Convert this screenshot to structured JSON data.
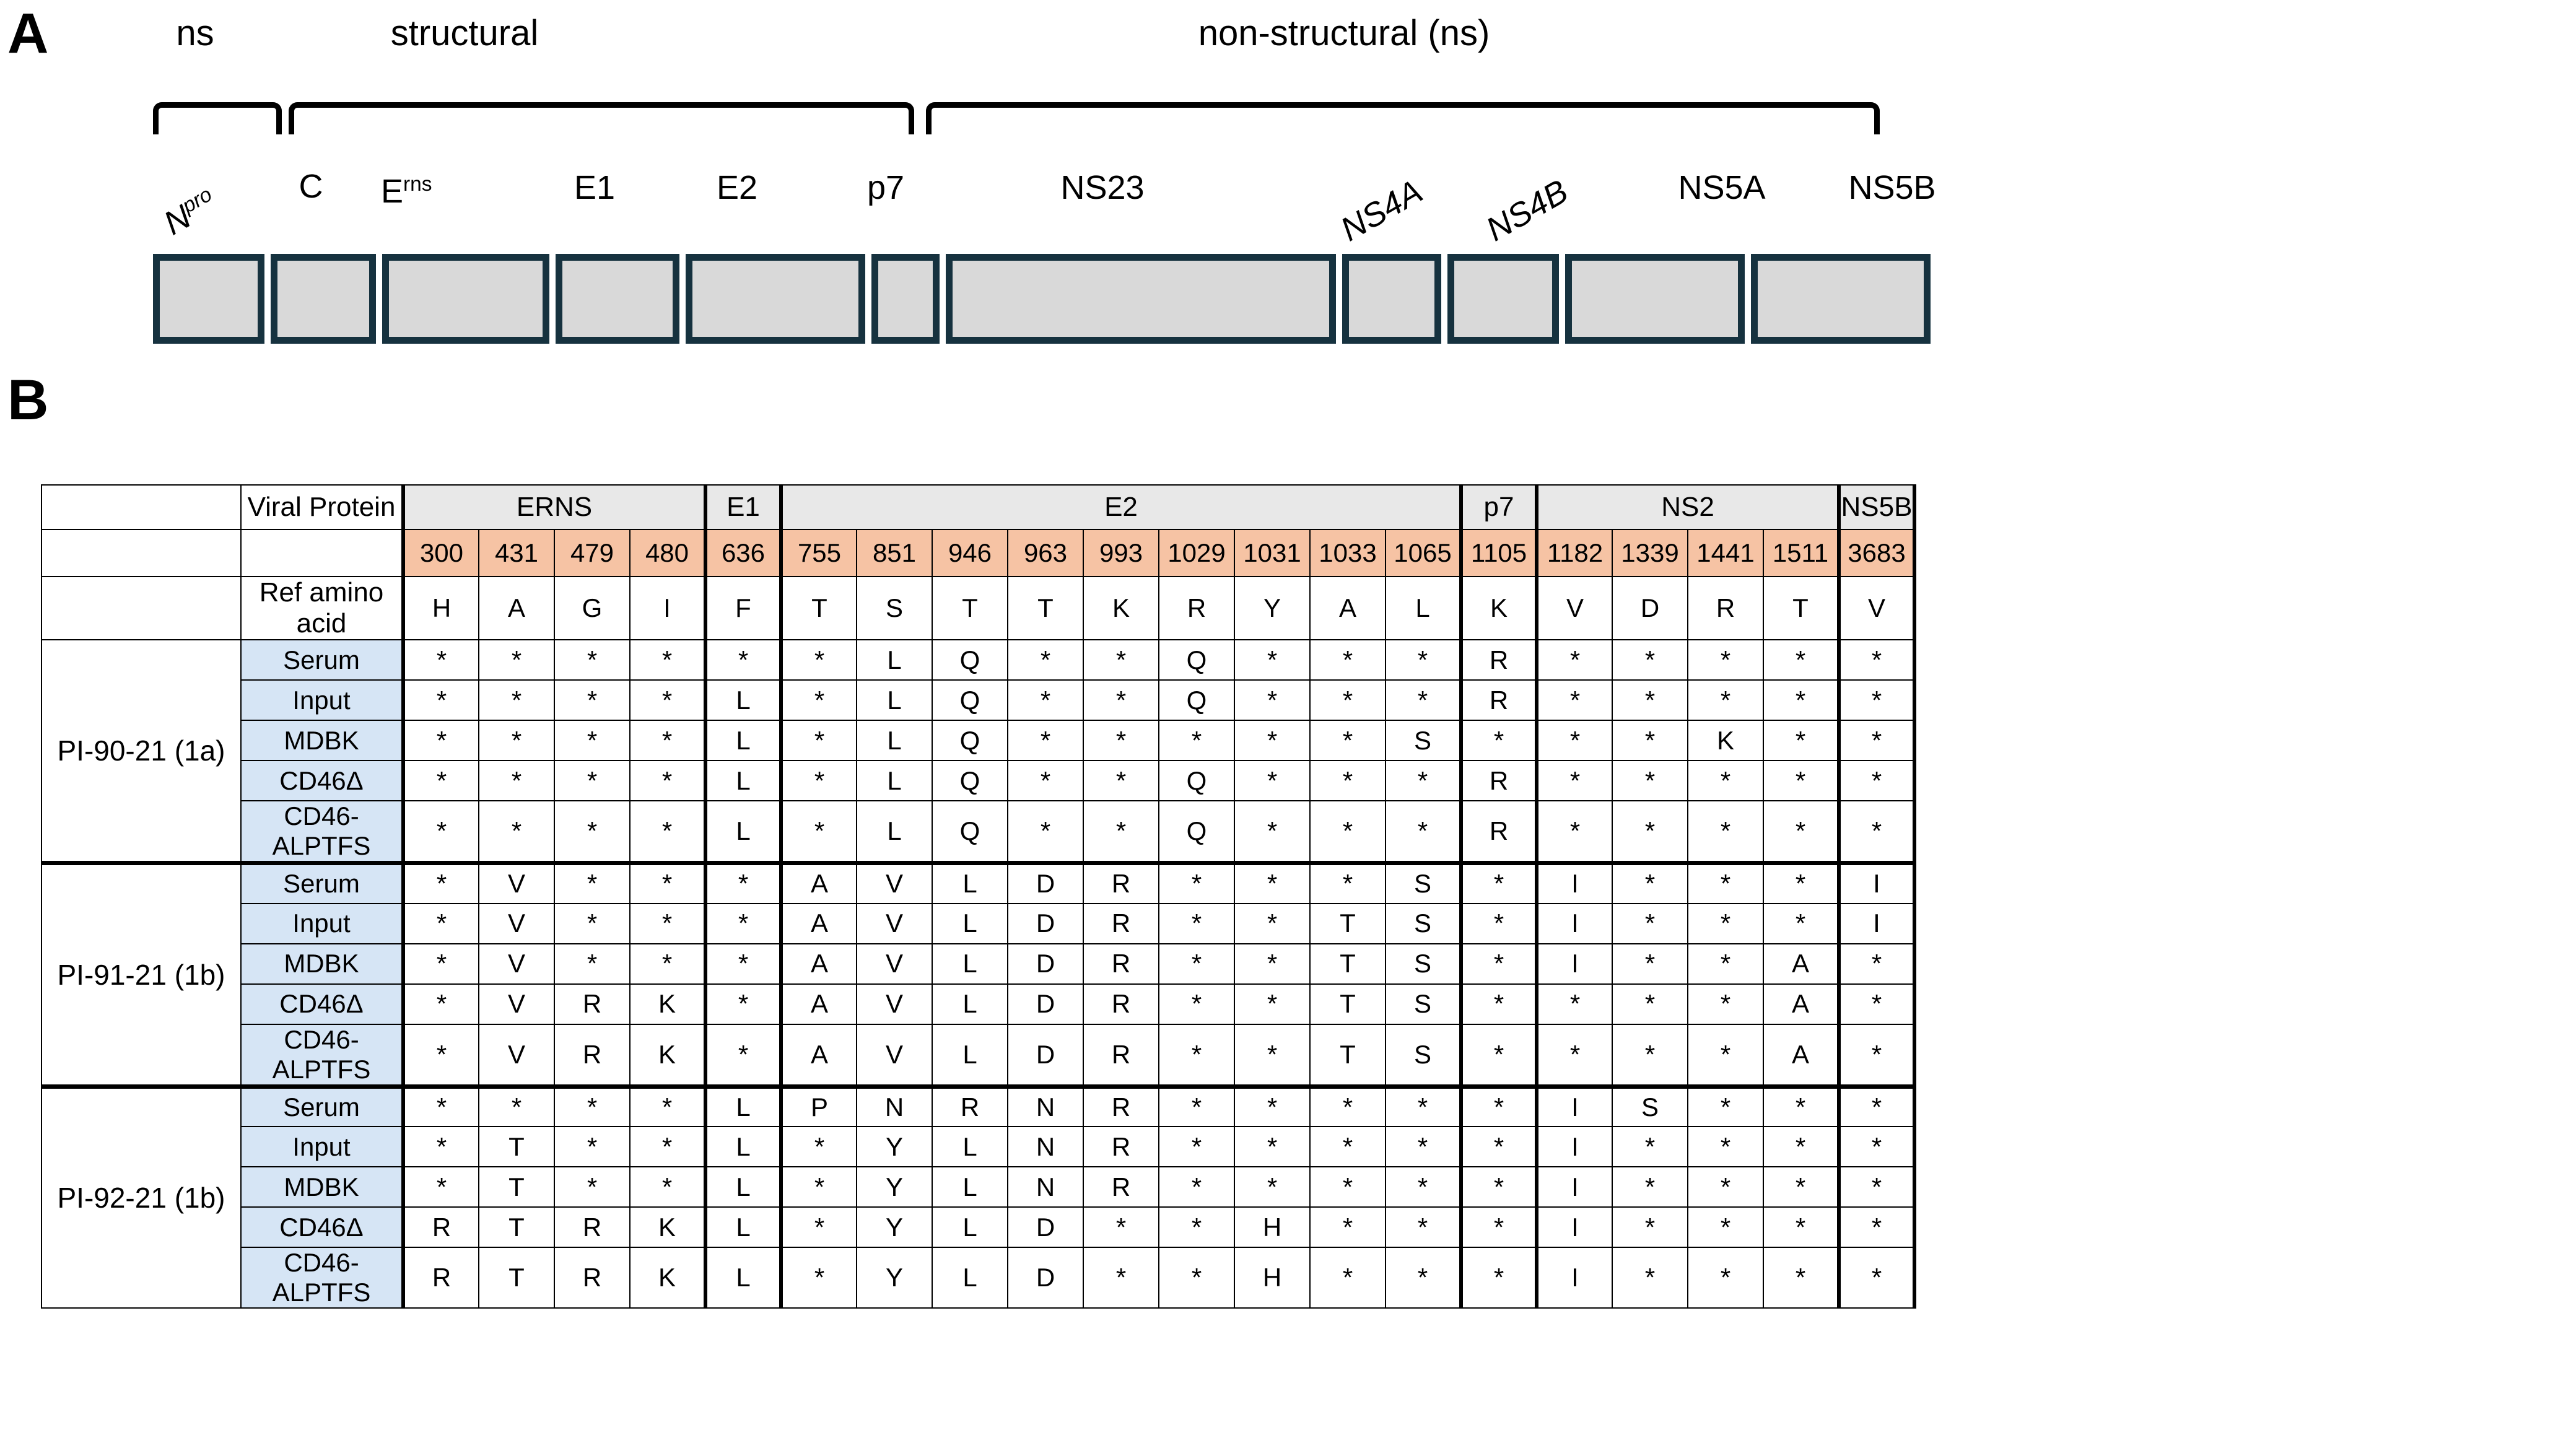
{
  "panels": {
    "a_letter": "A",
    "b_letter": "B"
  },
  "genome": {
    "regions": [
      {
        "label": "ns"
      },
      {
        "label": "structural"
      },
      {
        "label": "non-structural (ns)"
      }
    ],
    "genes": [
      {
        "label": "Npro",
        "sup": "pro",
        "base": "N",
        "rotated": true
      },
      {
        "label": "C",
        "rotated": false
      },
      {
        "label": "Erns",
        "sup": "rns",
        "base": "E",
        "rotated": false
      },
      {
        "label": "E1",
        "rotated": false
      },
      {
        "label": "E2",
        "rotated": false
      },
      {
        "label": "p7",
        "rotated": false
      },
      {
        "label": "NS23",
        "rotated": false
      },
      {
        "label": "NS4A",
        "rotated": true
      },
      {
        "label": "NS4B",
        "rotated": true
      },
      {
        "label": "NS5A",
        "rotated": false
      },
      {
        "label": "NS5B",
        "rotated": false
      }
    ],
    "colors": {
      "box_fill": "#d9d9d9",
      "box_border": "#16323f"
    }
  },
  "table": {
    "headers": {
      "viral_protein": "Viral Protein",
      "ref_amino_acid": "Ref amino acid"
    },
    "proteins": [
      {
        "name": "ERNS",
        "span": 4
      },
      {
        "name": "E1",
        "span": 1
      },
      {
        "name": "E2",
        "span": 9
      },
      {
        "name": "p7",
        "span": 1
      },
      {
        "name": "NS2",
        "span": 4
      },
      {
        "name": "NS5B",
        "span": 1
      }
    ],
    "positions": [
      "300",
      "431",
      "479",
      "480",
      "636",
      "755",
      "851",
      "946",
      "963",
      "993",
      "1029",
      "1031",
      "1033",
      "1065",
      "1105",
      "1182",
      "1339",
      "1441",
      "1511",
      "3683"
    ],
    "ref_amino_acids": [
      "H",
      "A",
      "G",
      "I",
      "F",
      "T",
      "S",
      "T",
      "T",
      "K",
      "R",
      "Y",
      "A",
      "L",
      "K",
      "V",
      "D",
      "R",
      "T",
      "V"
    ],
    "colors": {
      "protein_header_bg": "#e8e8e8",
      "position_bg": "#f6c3a4",
      "sample_label_bg": "#d6e5f5"
    },
    "blocks": [
      {
        "strain": "PI-90-21 (1a)",
        "rows": [
          {
            "sample": "Serum",
            "values": [
              "*",
              "*",
              "*",
              "*",
              "*",
              "*",
              "L",
              "Q",
              "*",
              "*",
              "Q",
              "*",
              "*",
              "*",
              "R",
              "*",
              "*",
              "*",
              "*",
              "*"
            ]
          },
          {
            "sample": "Input",
            "values": [
              "*",
              "*",
              "*",
              "*",
              "L",
              "*",
              "L",
              "Q",
              "*",
              "*",
              "Q",
              "*",
              "*",
              "*",
              "R",
              "*",
              "*",
              "*",
              "*",
              "*"
            ]
          },
          {
            "sample": "MDBK",
            "values": [
              "*",
              "*",
              "*",
              "*",
              "L",
              "*",
              "L",
              "Q",
              "*",
              "*",
              "*",
              "*",
              "*",
              "S",
              "*",
              "*",
              "*",
              "K",
              "*",
              "*"
            ]
          },
          {
            "sample": "CD46Δ",
            "values": [
              "*",
              "*",
              "*",
              "*",
              "L",
              "*",
              "L",
              "Q",
              "*",
              "*",
              "Q",
              "*",
              "*",
              "*",
              "R",
              "*",
              "*",
              "*",
              "*",
              "*"
            ]
          },
          {
            "sample": "CD46-ALPTFS",
            "values": [
              "*",
              "*",
              "*",
              "*",
              "L",
              "*",
              "L",
              "Q",
              "*",
              "*",
              "Q",
              "*",
              "*",
              "*",
              "R",
              "*",
              "*",
              "*",
              "*",
              "*"
            ]
          }
        ]
      },
      {
        "strain": "PI-91-21 (1b)",
        "rows": [
          {
            "sample": "Serum",
            "values": [
              "*",
              "V",
              "*",
              "*",
              "*",
              "A",
              "V",
              "L",
              "D",
              "R",
              "*",
              "*",
              "*",
              "S",
              "*",
              "I",
              "*",
              "*",
              "*",
              "I"
            ]
          },
          {
            "sample": "Input",
            "values": [
              "*",
              "V",
              "*",
              "*",
              "*",
              "A",
              "V",
              "L",
              "D",
              "R",
              "*",
              "*",
              "T",
              "S",
              "*",
              "I",
              "*",
              "*",
              "*",
              "I"
            ]
          },
          {
            "sample": "MDBK",
            "values": [
              "*",
              "V",
              "*",
              "*",
              "*",
              "A",
              "V",
              "L",
              "D",
              "R",
              "*",
              "*",
              "T",
              "S",
              "*",
              "I",
              "*",
              "*",
              "A",
              "*"
            ]
          },
          {
            "sample": "CD46Δ",
            "values": [
              "*",
              "V",
              "R",
              "K",
              "*",
              "A",
              "V",
              "L",
              "D",
              "R",
              "*",
              "*",
              "T",
              "S",
              "*",
              "*",
              "*",
              "*",
              "A",
              "*"
            ]
          },
          {
            "sample": "CD46-ALPTFS",
            "values": [
              "*",
              "V",
              "R",
              "K",
              "*",
              "A",
              "V",
              "L",
              "D",
              "R",
              "*",
              "*",
              "T",
              "S",
              "*",
              "*",
              "*",
              "*",
              "A",
              "*"
            ]
          }
        ]
      },
      {
        "strain": "PI-92-21 (1b)",
        "rows": [
          {
            "sample": "Serum",
            "values": [
              "*",
              "*",
              "*",
              "*",
              "L",
              "P",
              "N",
              "R",
              "N",
              "R",
              "*",
              "*",
              "*",
              "*",
              "*",
              "I",
              "S",
              "*",
              "*",
              "*"
            ]
          },
          {
            "sample": "Input",
            "values": [
              "*",
              "T",
              "*",
              "*",
              "L",
              "*",
              "Y",
              "L",
              "N",
              "R",
              "*",
              "*",
              "*",
              "*",
              "*",
              "I",
              "*",
              "*",
              "*",
              "*"
            ]
          },
          {
            "sample": "MDBK",
            "values": [
              "*",
              "T",
              "*",
              "*",
              "L",
              "*",
              "Y",
              "L",
              "N",
              "R",
              "*",
              "*",
              "*",
              "*",
              "*",
              "I",
              "*",
              "*",
              "*",
              "*"
            ]
          },
          {
            "sample": "CD46Δ",
            "values": [
              "R",
              "T",
              "R",
              "K",
              "L",
              "*",
              "Y",
              "L",
              "D",
              "*",
              "*",
              "H",
              "*",
              "*",
              "*",
              "I",
              "*",
              "*",
              "*",
              "*"
            ]
          },
          {
            "sample": "CD46-ALPTFS",
            "values": [
              "R",
              "T",
              "R",
              "K",
              "L",
              "*",
              "Y",
              "L",
              "D",
              "*",
              "*",
              "H",
              "*",
              "*",
              "*",
              "I",
              "*",
              "*",
              "*",
              "*"
            ]
          }
        ]
      }
    ]
  }
}
